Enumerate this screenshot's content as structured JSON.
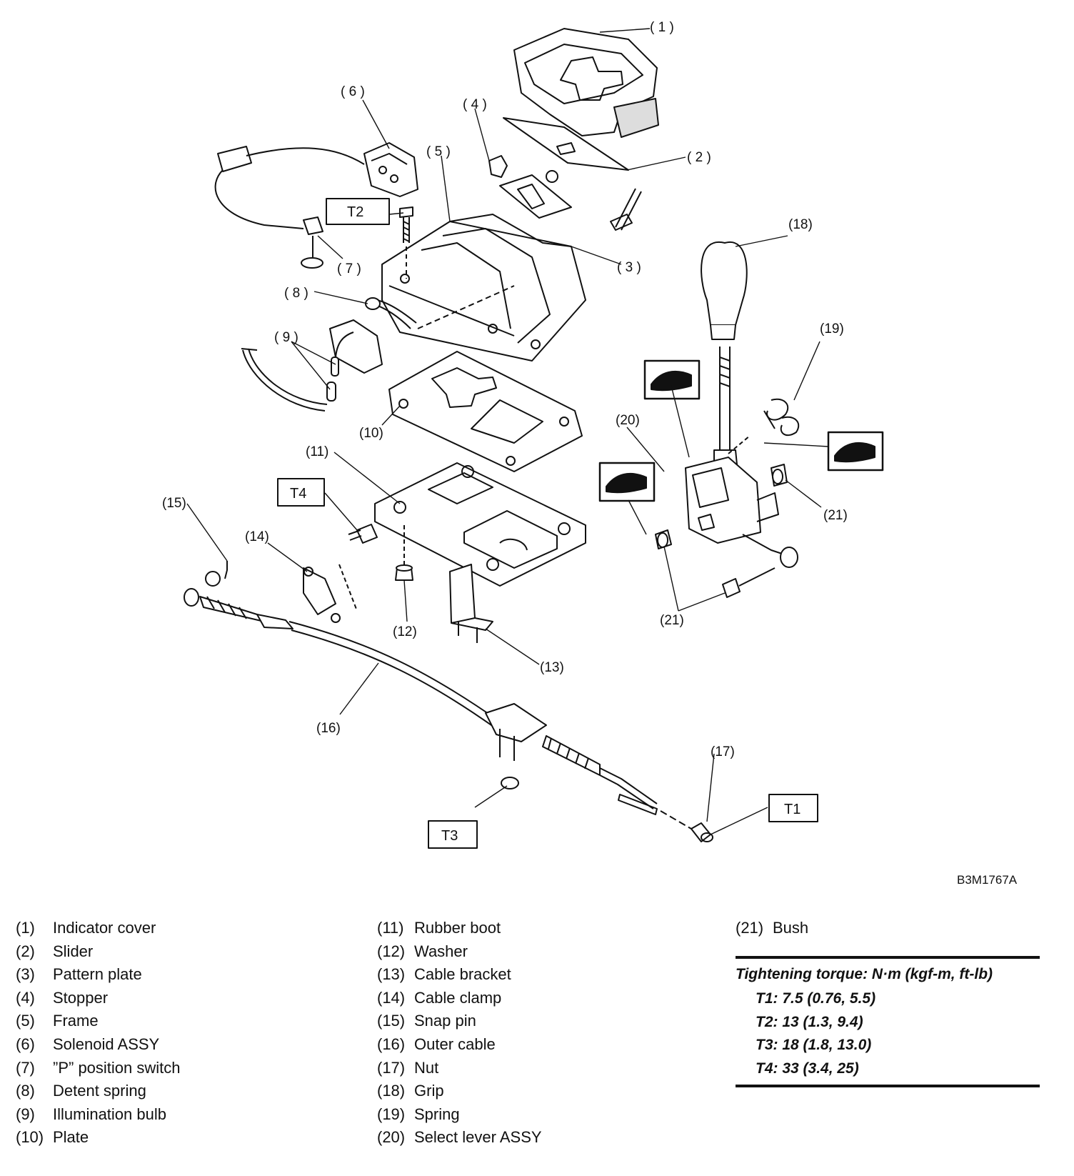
{
  "figure_code": "B3M1767A",
  "callouts": {
    "c1": "( 1 )",
    "c2": "( 2 )",
    "c3": "( 3 )",
    "c4": "( 4 )",
    "c5": "( 5 )",
    "c6": "( 6 )",
    "c7": "( 7 )",
    "c8": "( 8 )",
    "c9": "( 9 )",
    "c10": "(10)",
    "c11": "(11)",
    "c12": "(12)",
    "c13": "(13)",
    "c14": "(14)",
    "c15": "(15)",
    "c16": "(16)",
    "c17": "(17)",
    "c18": "(18)",
    "c19": "(19)",
    "c20": "(20)",
    "c21a": "(21)",
    "c21b": "(21)"
  },
  "torque_boxes": {
    "t1": "T1",
    "t2": "T2",
    "t3": "T3",
    "t4": "T4"
  },
  "legend": {
    "col1": [
      {
        "num": "(1)",
        "label": "Indicator cover"
      },
      {
        "num": "(2)",
        "label": "Slider"
      },
      {
        "num": "(3)",
        "label": "Pattern plate"
      },
      {
        "num": "(4)",
        "label": "Stopper"
      },
      {
        "num": "(5)",
        "label": "Frame"
      },
      {
        "num": "(6)",
        "label": "Solenoid ASSY"
      },
      {
        "num": "(7)",
        "label": "”P” position switch"
      },
      {
        "num": "(8)",
        "label": "Detent spring"
      },
      {
        "num": "(9)",
        "label": "Illumination bulb"
      },
      {
        "num": "(10)",
        "label": "Plate"
      }
    ],
    "col2": [
      {
        "num": "(11)",
        "label": "Rubber boot"
      },
      {
        "num": "(12)",
        "label": "Washer"
      },
      {
        "num": "(13)",
        "label": "Cable bracket"
      },
      {
        "num": "(14)",
        "label": "Cable clamp"
      },
      {
        "num": "(15)",
        "label": "Snap pin"
      },
      {
        "num": "(16)",
        "label": "Outer cable"
      },
      {
        "num": "(17)",
        "label": "Nut"
      },
      {
        "num": "(18)",
        "label": "Grip"
      },
      {
        "num": "(19)",
        "label": "Spring"
      },
      {
        "num": "(20)",
        "label": "Select lever ASSY"
      }
    ],
    "col3": [
      {
        "num": "(21)",
        "label": "Bush"
      }
    ]
  },
  "torque": {
    "title": "Tightening torque: N·m (kgf-m, ft-lb)",
    "items": [
      "T1: 7.5 (0.76, 5.5)",
      "T2: 13 (1.3, 9.4)",
      "T3: 18 (1.8, 13.0)",
      "T4: 33 (3.4, 25)"
    ]
  }
}
